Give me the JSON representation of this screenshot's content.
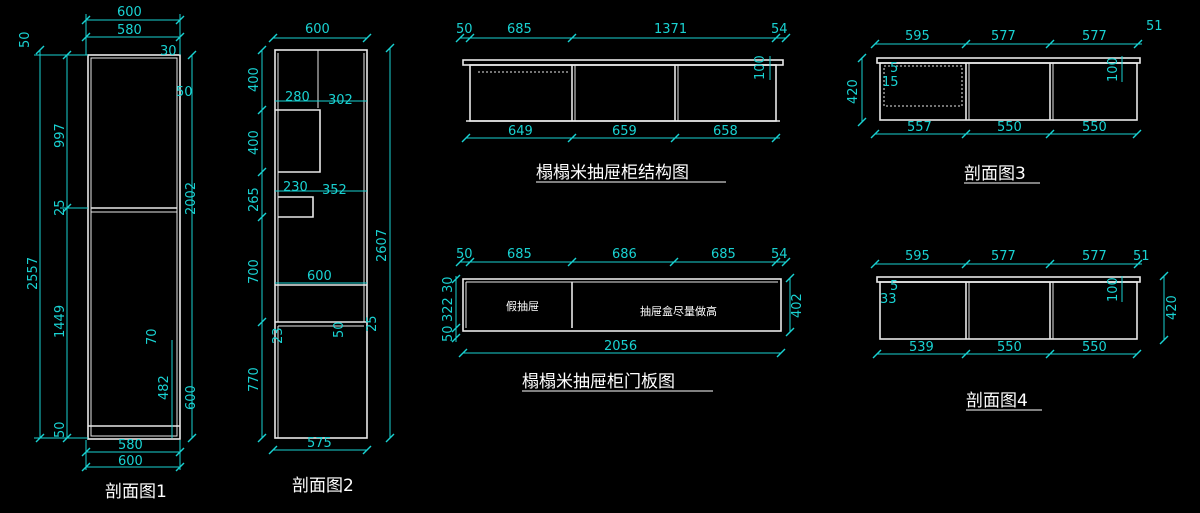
{
  "captions": {
    "sec1": "剖面图1",
    "sec2": "剖面图2",
    "sec3": "剖面图3",
    "sec4": "剖面图4",
    "structure": "榻榻米抽屉柜结构图",
    "doors": "榻榻米抽屉柜门板图"
  },
  "notes": {
    "fake_drawer": "假抽屉",
    "drawer_box": "抽屉盒尽量做高"
  },
  "colors": {
    "background": "#000000",
    "lines": "#e8e8e8",
    "dimensions": "#19d2d2",
    "text": "#ffffff"
  },
  "sec1": {
    "top_width": "600",
    "inner_width": "580",
    "top_thick": "50",
    "d30": "30",
    "d50": "50",
    "upper_height": "997",
    "shelf": "25",
    "lower_height": "1449",
    "base": "50",
    "total_height": "2557",
    "right_height": "2002",
    "right_low": "600",
    "d70": "70",
    "d482": "482",
    "bottom_inner": "580",
    "bottom_width": "600"
  },
  "sec2": {
    "top_width": "600",
    "h400a": "400",
    "w280": "280",
    "w302": "302",
    "h400b": "400",
    "w230": "230",
    "w352": "352",
    "h265": "265",
    "h700": "700",
    "mid_width": "600",
    "d50": "50",
    "d25": "25",
    "d23": "23",
    "h770": "770",
    "bottom_width": "575",
    "total_height": "2607"
  },
  "structure": {
    "top": [
      "50",
      "685",
      "1371",
      "54"
    ],
    "bottom": [
      "649",
      "659",
      "658"
    ],
    "right": "100"
  },
  "doors": {
    "top": [
      "50",
      "685",
      "686",
      "685",
      "54"
    ],
    "left": [
      "30",
      "322",
      "50"
    ],
    "total": "2056",
    "right": "402"
  },
  "sec3": {
    "top": [
      "595",
      "577",
      "577",
      "51"
    ],
    "bottom": [
      "557",
      "550",
      "550"
    ],
    "left": "420",
    "right": "100",
    "d5": "5",
    "d15": "15"
  },
  "sec4": {
    "top": [
      "595",
      "577",
      "577",
      "51"
    ],
    "bottom": [
      "539",
      "550",
      "550"
    ],
    "right": "420",
    "inner": "100",
    "d5": "5",
    "d33": "33"
  }
}
